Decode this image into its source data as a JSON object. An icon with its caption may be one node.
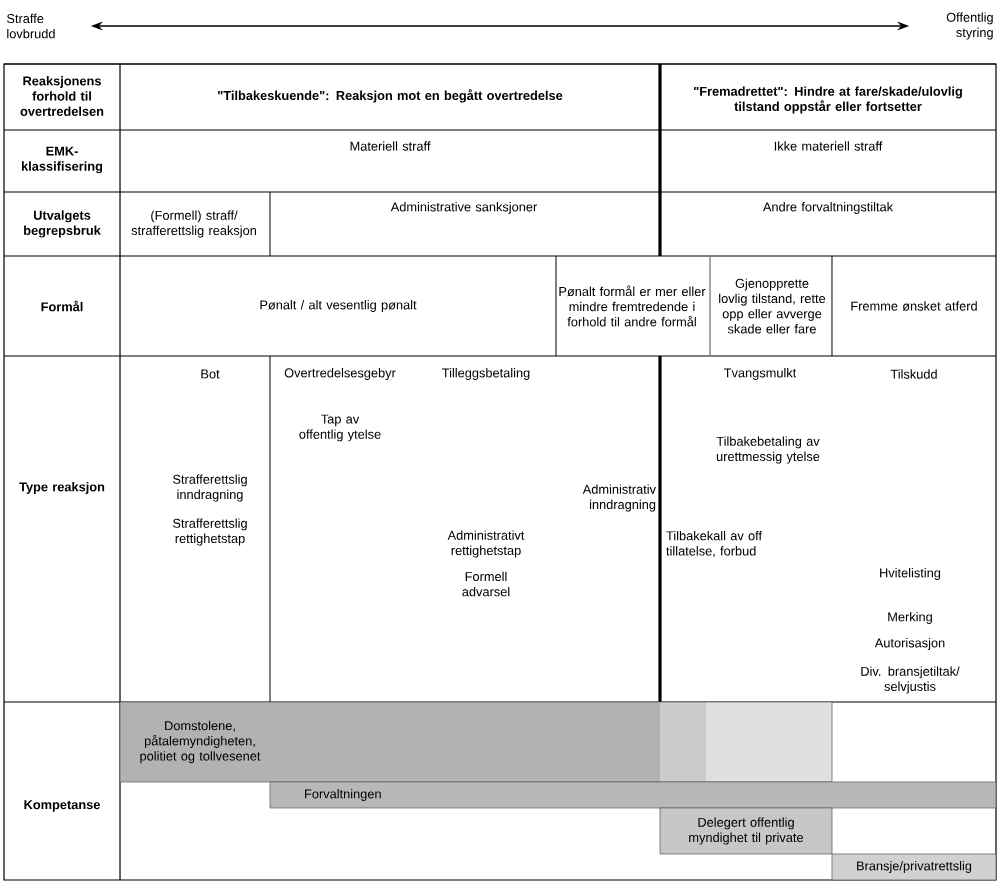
{
  "diagram": {
    "nodes": [
      {
        "text": [
          "Straffe lovbrudd"
        ]
      },
      {
        "text": [
          "Offentlig styring"
        ]
      },
      {
        "text": [
          "Domstolene, påtalemyndigheten, politiet og tollvesenet"
        ]
      },
      {
        "text": [
          "Forvaltningen"
        ]
      },
      {
        "text": [
          "Delegert offentlig myndighet til private"
        ]
      },
      {
        "text": [
          "Bransje/privatrettslig"
        ]
      }
    ],
    "edges": [
      {
        "from": 0,
        "to": 1,
        "arrow": "both"
      }
    ],
    "labels": [
      "Reaksjonens forhold til overtredelsen",
      "\"Tilbakeskuende\": Reaksjon mot en begått overtredelse",
      "\"Fremadrettet\": Hindre at fare/skade/ulovlig tilstand oppstår eller fortsetter",
      "EMK-klassifisering",
      "Materiell straff",
      "Ikke materiell straff",
      "Utvalgets begrepsbruk",
      "(Formell) straff/ strafferettslig reaksjon",
      "Administrative sanksjoner",
      "Andre forvaltningstiltak",
      "Formål",
      "Pønalt / alt vesentlig pønalt",
      "Pønalt formål er mer eller mindre fremtredende i forhold til andre formål",
      "Gjenopprette lovlig tilstand, rette opp eller avverge skade eller fare",
      "Fremme ønsket atferd",
      "Type reaksjon",
      "Bot",
      "Overtredelsesgebyr",
      "Tilleggsbetaling",
      "Tvangsmulkt",
      "Tilskudd",
      "Tap av offentlig ytelse",
      "Tilbakebetaling av urettmessig ytelse",
      "Strafferettslig inndragning",
      "Administrativ inndragning",
      "Strafferettslig rettighetstap",
      "Administrativt rettighetstap",
      "Tilbakekall av off tillatelse, forbud",
      "Hvitelisting",
      "Formell advarsel",
      "Merking",
      "Autorisasjon",
      "Div. bransjetiltak/ selvjustis",
      "Kompetanse"
    ]
  }
}
